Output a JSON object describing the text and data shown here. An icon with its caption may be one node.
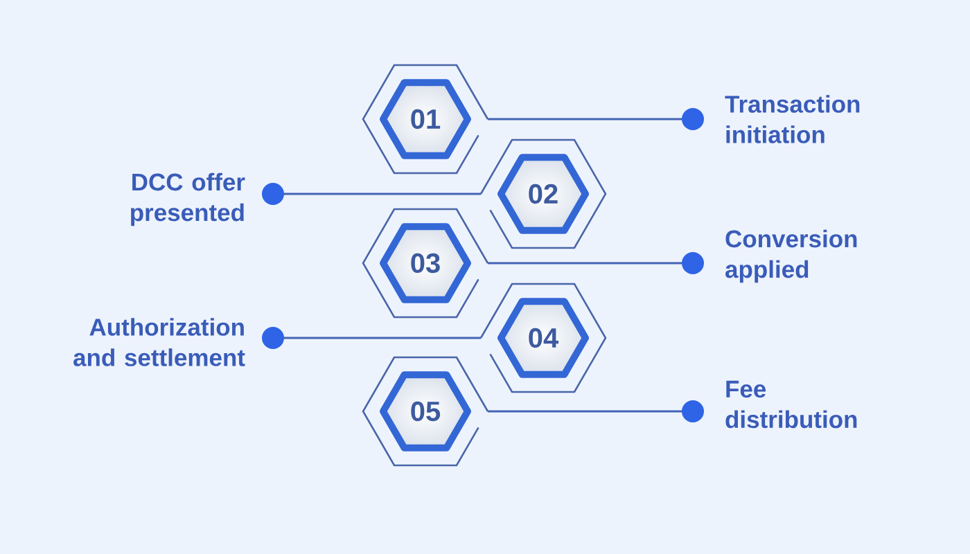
{
  "diagram": {
    "nodes": [
      {
        "text": [
          "01"
        ]
      },
      {
        "text": [
          "Transaction initiation"
        ]
      },
      {
        "text": [
          "DCC offer presented"
        ]
      },
      {
        "text": [
          "02"
        ]
      },
      {
        "text": [
          "03"
        ]
      },
      {
        "text": [
          "Conversion applied"
        ]
      },
      {
        "text": [
          "Authorization and settlement"
        ]
      },
      {
        "text": [
          "04"
        ]
      },
      {
        "text": [
          "05"
        ]
      },
      {
        "text": [
          "Fee distribution"
        ]
      }
    ],
    "edges": [
      {
        "from": 0,
        "to": 1,
        "arrow": "other"
      },
      {
        "from": 3,
        "to": 2,
        "arrow": "other"
      },
      {
        "from": 4,
        "to": 5,
        "arrow": "other"
      },
      {
        "from": 7,
        "to": 6,
        "arrow": "other"
      },
      {
        "from": 8,
        "to": 9,
        "arrow": "other"
      }
    ]
  }
}
